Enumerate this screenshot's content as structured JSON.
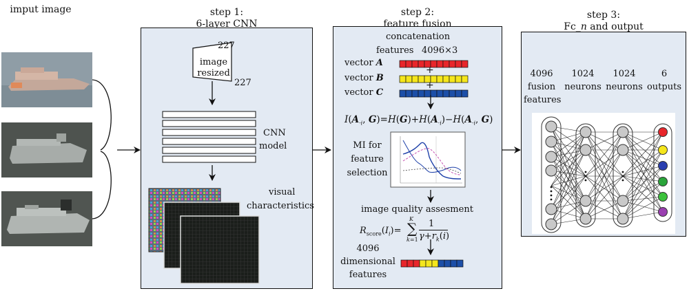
{
  "input": {
    "title": "imput image"
  },
  "step1": {
    "title_line1": "step 1:",
    "title_line2": "6-layer CNN",
    "size_top": "227",
    "size_right": "227",
    "resized_line1": "image",
    "resized_line2": "resized",
    "cnn_line1": "CNN",
    "cnn_line2": "model",
    "visual_line1": "visual",
    "visual_line2": "characteristics"
  },
  "step2": {
    "title_line1": "step 2:",
    "title_line2": "feature fusion",
    "concat_line1": "concatenation",
    "concat_line2": "features",
    "concat_dims": "4096×3",
    "vector_a": "vector",
    "vector_a_name": "A",
    "vector_b": "vector",
    "vector_b_name": "B",
    "vector_c": "vector",
    "vector_c_name": "C",
    "plus": "+",
    "mi_line1": "MI for",
    "mi_line2": "feature",
    "mi_line3": "selection",
    "iqa": "image quality assesment",
    "dim_line1": "4096",
    "dim_line2": "dimensional",
    "dim_line3": "features"
  },
  "step3": {
    "title_line1": "step 3:",
    "title_line2": "Fc_",
    "title_italic": "n",
    "title_line2_tail": " and output",
    "col1_line1": "4096",
    "col1_line2": "fusion",
    "col1_line3": "features",
    "col2_line1": "1024",
    "col2_line2": "neurons",
    "col3_line1": "1024",
    "col3_line2": "neurons",
    "col4_line1": "6",
    "col4_line2": "outputs"
  },
  "colors": {
    "panel_bg": "#e3eaf3",
    "vector_a": "#e8262b",
    "vector_b": "#f5e61c",
    "vector_c": "#1c4fa8",
    "output_nodes": [
      "#e8262b",
      "#f5e61c",
      "#2a3fb0",
      "#2aa53a",
      "#3cc23c",
      "#9a3fb0"
    ]
  }
}
